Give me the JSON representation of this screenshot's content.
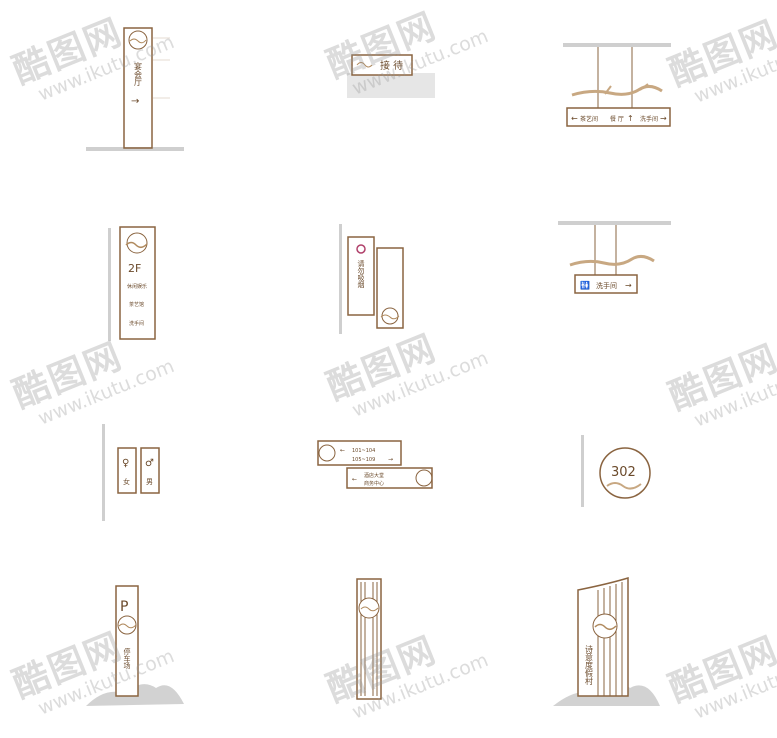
{
  "signs": {
    "s1": {
      "title": "宴会厅",
      "arrow": "→"
    },
    "s2": {
      "title": "接 待"
    },
    "s3": {
      "left": "茶艺间",
      "mid": "餐 厅",
      "right": "洗手间"
    },
    "s4": {
      "floor": "2F",
      "lines": [
        "休闲娱乐",
        "茶艺馆",
        "洗手间"
      ]
    },
    "s5": {
      "title": "请勿吸烟"
    },
    "s6": {
      "label": "洗手间"
    },
    "s7": {
      "female": "女",
      "male": "男"
    },
    "s8": {
      "line1": "101~104",
      "line2": "105~109",
      "line3a": "酒店大堂",
      "line3b": "商务中心"
    },
    "s9": {
      "room": "302"
    },
    "s10": {
      "letter": "P",
      "label": "停车场"
    },
    "s12": {
      "title": "诗意度假村"
    }
  },
  "watermark": {
    "brand": "酷图网",
    "url": "www.ikutu.com"
  },
  "colors": {
    "brown": "#8a6440",
    "text": "#6b4a2b",
    "grey": "#cfcfcf"
  }
}
